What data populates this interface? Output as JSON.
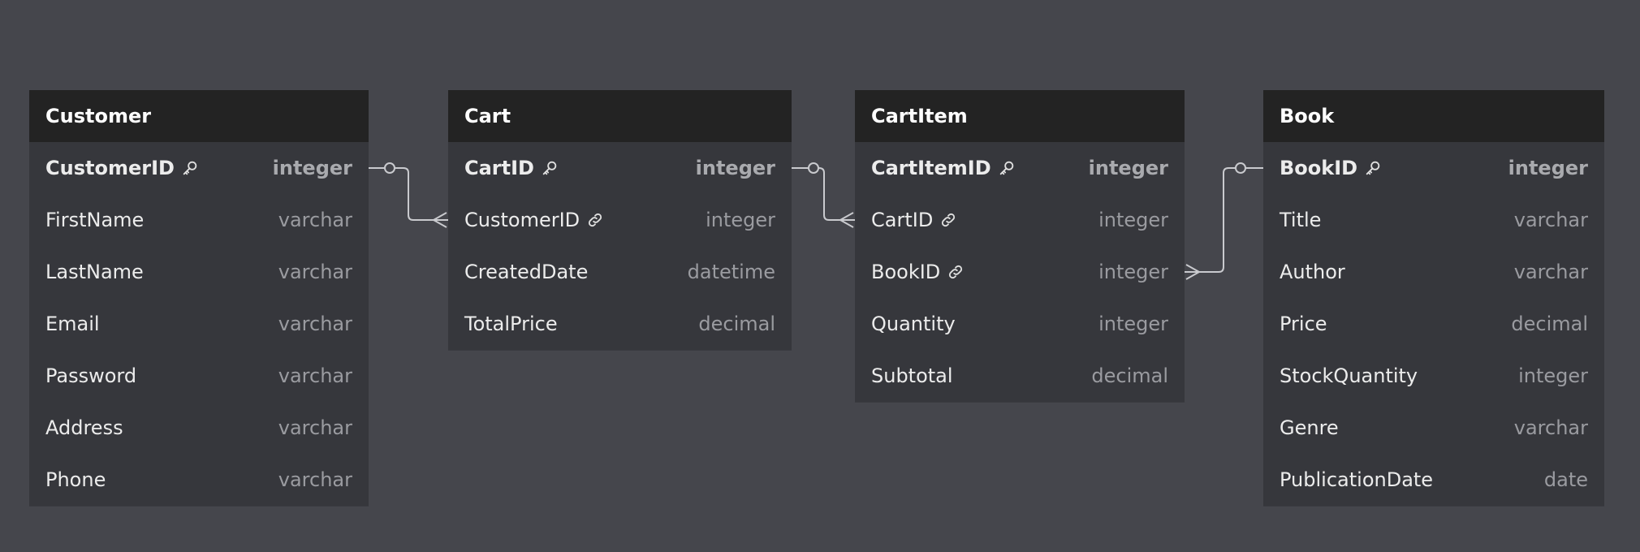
{
  "tables": [
    {
      "id": "customer",
      "name": "Customer",
      "fields": [
        {
          "name": "CustomerID",
          "type": "integer",
          "pk": true,
          "icon": "key-icon"
        },
        {
          "name": "FirstName",
          "type": "varchar"
        },
        {
          "name": "LastName",
          "type": "varchar"
        },
        {
          "name": "Email",
          "type": "varchar"
        },
        {
          "name": "Password",
          "type": "varchar"
        },
        {
          "name": "Address",
          "type": "varchar"
        },
        {
          "name": "Phone",
          "type": "varchar"
        }
      ]
    },
    {
      "id": "cart",
      "name": "Cart",
      "fields": [
        {
          "name": "CartID",
          "type": "integer",
          "pk": true,
          "icon": "key-icon"
        },
        {
          "name": "CustomerID",
          "type": "integer",
          "icon": "link-icon"
        },
        {
          "name": "CreatedDate",
          "type": "datetime"
        },
        {
          "name": "TotalPrice",
          "type": "decimal"
        }
      ]
    },
    {
      "id": "cartitem",
      "name": "CartItem",
      "fields": [
        {
          "name": "CartItemID",
          "type": "integer",
          "pk": true,
          "icon": "key-icon"
        },
        {
          "name": "CartID",
          "type": "integer",
          "icon": "link-icon"
        },
        {
          "name": "BookID",
          "type": "integer",
          "icon": "link-icon"
        },
        {
          "name": "Quantity",
          "type": "integer"
        },
        {
          "name": "Subtotal",
          "type": "decimal"
        }
      ]
    },
    {
      "id": "book",
      "name": "Book",
      "fields": [
        {
          "name": "BookID",
          "type": "integer",
          "pk": true,
          "icon": "key-icon"
        },
        {
          "name": "Title",
          "type": "varchar"
        },
        {
          "name": "Author",
          "type": "varchar"
        },
        {
          "name": "Price",
          "type": "decimal"
        },
        {
          "name": "StockQuantity",
          "type": "integer"
        },
        {
          "name": "Genre",
          "type": "varchar"
        },
        {
          "name": "PublicationDate",
          "type": "date"
        }
      ]
    }
  ],
  "relationships": [
    {
      "from": "Customer.CustomerID",
      "to": "Cart.CustomerID",
      "from_end": "zero-or-one",
      "to_end": "many"
    },
    {
      "from": "Cart.CartID",
      "to": "CartItem.CartID",
      "from_end": "zero-or-one",
      "to_end": "many"
    },
    {
      "from": "Book.BookID",
      "to": "CartItem.BookID",
      "from_end": "zero-or-one",
      "to_end": "many"
    }
  ],
  "colors": {
    "background": "#45464c",
    "header": "#232323",
    "body": "#36373c",
    "text": "#ececec",
    "type_text": "#9a9ba0",
    "connector": "#c9cace"
  }
}
